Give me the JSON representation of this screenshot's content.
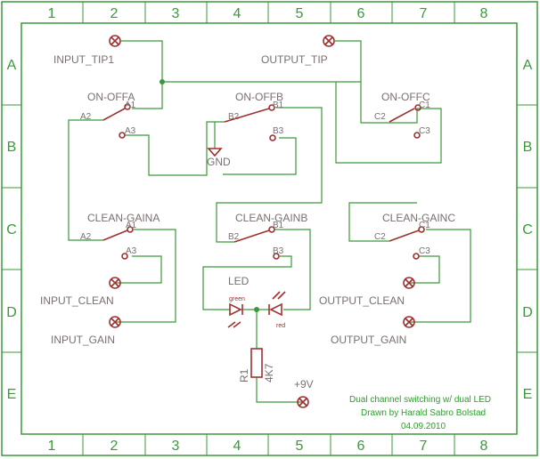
{
  "frame": {
    "columns": [
      "1",
      "2",
      "3",
      "4",
      "5",
      "6",
      "7",
      "8"
    ],
    "rows": [
      "A",
      "B",
      "C",
      "D",
      "E"
    ]
  },
  "labels": {
    "input_tip": "INPUT_TIP1",
    "output_tip": "OUTPUT_TIP",
    "switch_a": "ON-OFFA",
    "switch_b": "ON-OFFB",
    "switch_c": "ON-OFFC",
    "gnd": "GND",
    "clean_gain_a": "CLEAN-GAINA",
    "clean_gain_b": "CLEAN-GAINB",
    "clean_gain_c": "CLEAN-GAINC",
    "input_clean": "INPUT_CLEAN",
    "input_gain": "INPUT_GAIN",
    "output_clean": "OUTPUT_CLEAN",
    "output_gain": "OUTPUT_GAIN",
    "led": "LED",
    "led_green": "green",
    "led_red": "red",
    "resistor_name": "R1",
    "resistor_value": "4K7",
    "supply": "+9V"
  },
  "pins": {
    "a1": "A1",
    "a2": "A2",
    "a3": "A3",
    "b1": "B1",
    "b2": "B2",
    "b3": "B3",
    "c1": "C1",
    "c2": "C2",
    "c3": "C3"
  },
  "notes": {
    "line1": "Dual channel switching w/ dual LED",
    "line2": "Drawn by Harald Sabro Bolstad",
    "line3": "04.09.2010"
  },
  "colors": {
    "frame": "#3a9a3a",
    "wire": "#3a9a3a",
    "part": "#a03030",
    "label": "#7a6f6f",
    "note": "#2aa02a"
  }
}
